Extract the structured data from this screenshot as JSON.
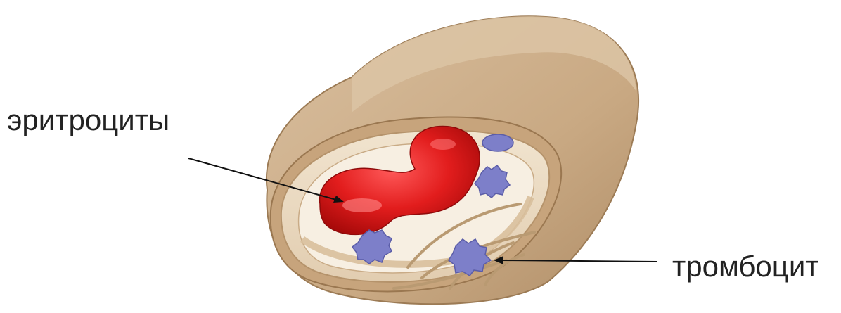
{
  "labels": {
    "erythrocytes": "эритроциты",
    "platelet": "тромбоцит"
  },
  "colors": {
    "vessel_wall": "#cdb08f",
    "vessel_wall_dark": "#a8865f",
    "vessel_inner": "#e8d7bf",
    "erythrocyte": "#e21d1d",
    "erythrocyte_dark": "#b50d0d",
    "platelet": "#7d7fc9",
    "arrow": "#111111"
  },
  "icons": {
    "blood-vessel": "blood-vessel-cross-section-illustration",
    "erythrocyte": "red-blood-cell-illustration",
    "platelet": "platelet-illustration"
  }
}
